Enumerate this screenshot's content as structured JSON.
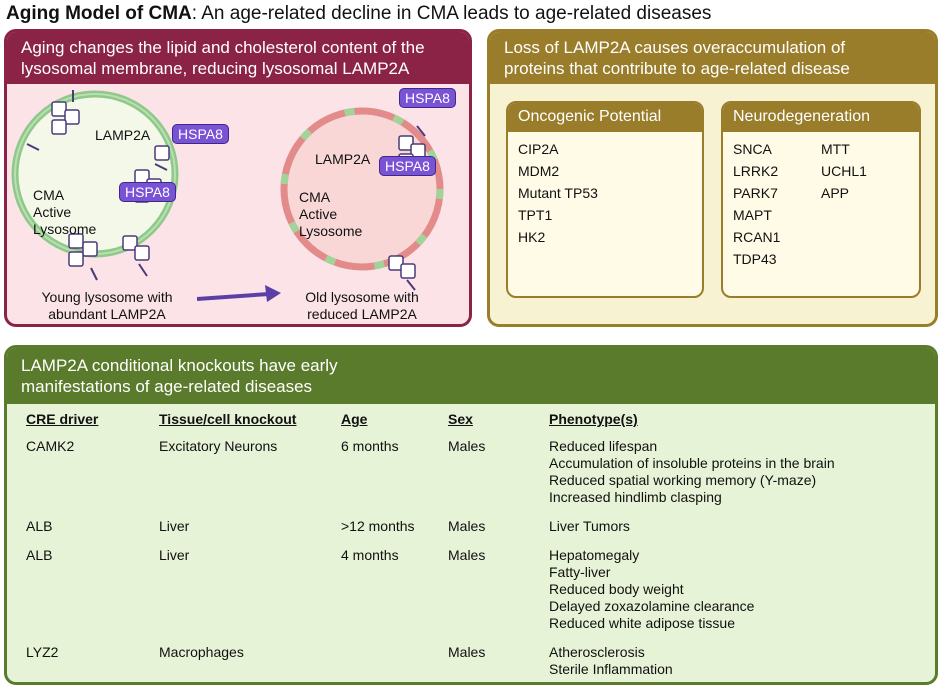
{
  "title": {
    "bold": "Aging Model of CMA",
    "rest": ": An age-related decline in CMA leads to age-related diseases"
  },
  "panel_lysosome": {
    "header_line1": "Aging changes the lipid and cholesterol content of the",
    "header_line2": "lysosomal membrane, reducing lysosomal LAMP2A",
    "young": {
      "lamp2a_label": "LAMP2A",
      "hspa8_label_1": "HSPA8",
      "hspa8_label_2": "HSPA8",
      "lysosome_line1": "CMA",
      "lysosome_line2": "Active",
      "lysosome_line3": "Lysosome",
      "caption_line1": "Young lysosome with",
      "caption_line2": "abundant LAMP2A"
    },
    "old": {
      "lamp2a_label": "LAMP2A",
      "hspa8_label_1": "HSPA8",
      "hspa8_label_2": "HSPA8",
      "lysosome_line1": "CMA",
      "lysosome_line2": "Active",
      "lysosome_line3": "Lysosome",
      "caption_line1": "Old lysosome with",
      "caption_line2": "reduced LAMP2A"
    },
    "colors": {
      "header": "#8b2346",
      "young_membrane": "#8fc98a",
      "old_membrane": "#e38a8a",
      "hspa8": "#7a52d6"
    }
  },
  "panel_loss": {
    "header_line1": "Loss of LAMP2A causes overaccumulation of",
    "header_line2": "proteins that contribute to age-related disease",
    "oncogenic": {
      "title": "Oncogenic Potential",
      "genes": [
        "CIP2A",
        "MDM2",
        "Mutant TP53",
        "TPT1",
        "HK2"
      ]
    },
    "neuro": {
      "title": "Neurodegeneration",
      "genes_col1": [
        "SNCA",
        "LRRK2",
        "PARK7",
        "MAPT",
        "RCAN1",
        "TDP43"
      ],
      "genes_col2": [
        "MTT",
        "UCHL1",
        "APP"
      ]
    }
  },
  "panel_knockouts": {
    "header_line1": "LAMP2A conditional knockouts have early",
    "header_line2": "manifestations of age-related diseases",
    "columns": [
      "CRE driver",
      "Tissue/cell knockout",
      "Age",
      "Sex",
      "Phenotype(s)"
    ],
    "rows": [
      {
        "driver": "CAMK2",
        "tissue": "Excitatory Neurons",
        "age": "6 months",
        "sex": "Males",
        "phenotypes": [
          "Reduced lifespan",
          "Accumulation of insoluble proteins in the brain",
          "Reduced spatial working memory (Y-maze)",
          "Increased hindlimb clasping"
        ]
      },
      {
        "driver": "ALB",
        "tissue": "Liver",
        "age": ">12 months",
        "sex": "Males",
        "phenotypes": [
          "Liver Tumors"
        ]
      },
      {
        "driver": "ALB",
        "tissue": "Liver",
        "age": "4 months",
        "sex": "Males",
        "phenotypes": [
          "Hepatomegaly",
          "Fatty-liver",
          "Reduced body weight",
          "Delayed zoxazolamine clearance",
          "Reduced white adipose tissue"
        ]
      },
      {
        "driver": "LYZ2",
        "tissue": "Macrophages",
        "age": "",
        "sex": "Males",
        "phenotypes": [
          "Atherosclerosis",
          "Sterile Inflammation"
        ]
      }
    ]
  }
}
